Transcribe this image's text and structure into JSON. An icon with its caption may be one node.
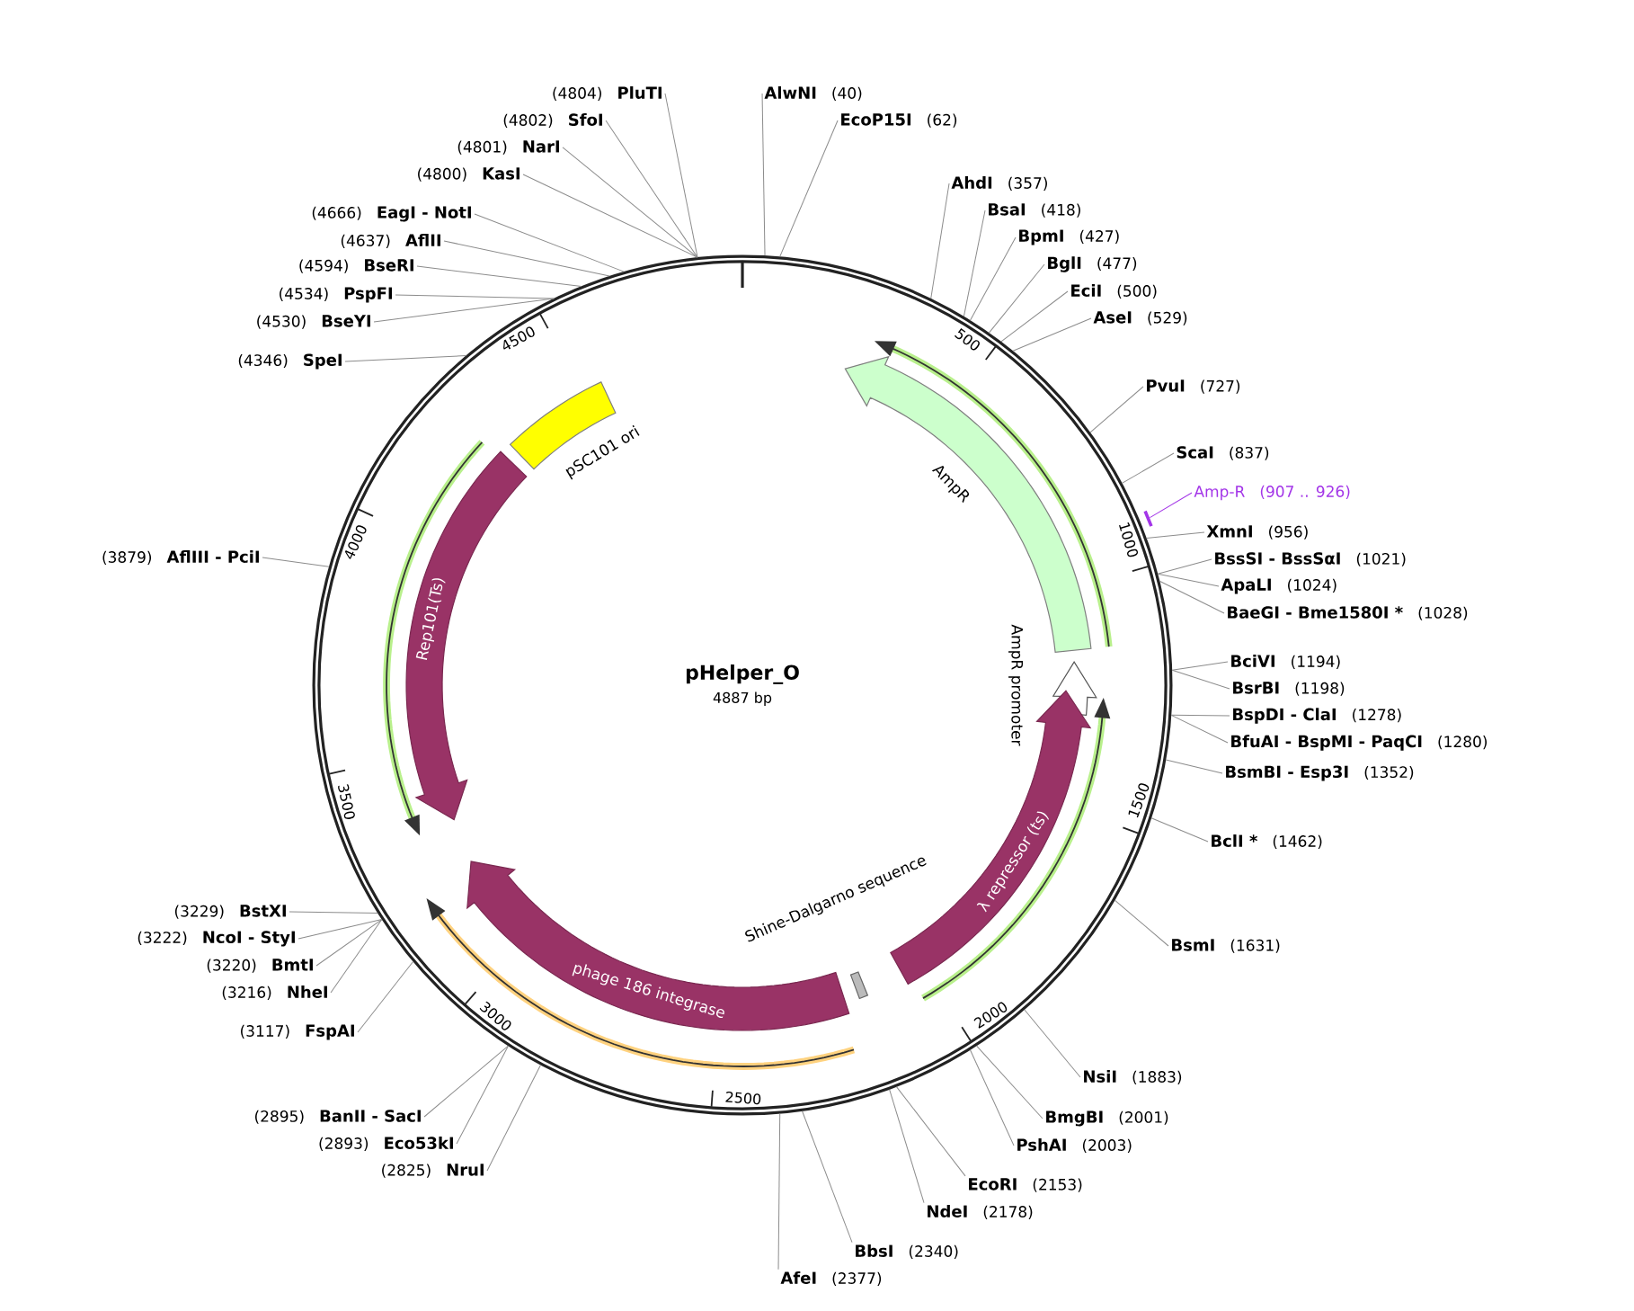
{
  "diagram": {
    "nodes": [
      {
        "text": [
          "pHelper_O",
          "4887 bp"
        ]
      },
      {
        "text": [
          "pSC101 ori"
        ],
        "in": 0
      },
      {
        "text": [
          "AmpR"
        ],
        "in": 0
      },
      {
        "text": [
          "AmpR promoter"
        ],
        "in": 0
      },
      {
        "text": [
          "Rep101(Ts)"
        ],
        "in": 0
      },
      {
        "text": [
          "λ repressor (ts)"
        ],
        "in": 0
      },
      {
        "text": [
          "Shine-Dalgarno sequence"
        ],
        "in": 0
      },
      {
        "text": [
          "phage 186 integrase"
        ],
        "in": 0
      },
      {
        "text": [
          "Amp-R",
          "(907 .. 926)"
        ]
      },
      {
        "text": [],
        "shape": "bar"
      },
      {
        "text": [
          "AlwNI",
          "(40)"
        ]
      },
      {
        "text": [
          "EcoP15I",
          "(62)"
        ]
      },
      {
        "text": [
          "AhdI",
          "(357)"
        ]
      },
      {
        "text": [
          "BsaI",
          "(418)"
        ]
      },
      {
        "text": [
          "BpmI",
          "(427)"
        ]
      },
      {
        "text": [
          "BglI",
          "(477)"
        ]
      },
      {
        "text": [
          "EciI",
          "(500)"
        ]
      },
      {
        "text": [
          "AseI",
          "(529)"
        ]
      },
      {
        "text": [
          "PvuI",
          "(727)"
        ]
      },
      {
        "text": [
          "ScaI",
          "(837)"
        ]
      },
      {
        "text": [
          "XmnI",
          "(956)"
        ]
      },
      {
        "text": [
          "BssSI - BssSαI",
          "(1021)"
        ]
      },
      {
        "text": [
          "ApaLI",
          "(1024)"
        ]
      },
      {
        "text": [
          "BaeGI - Bme1580I *",
          "(1028)"
        ]
      },
      {
        "text": [
          "BciVI",
          "(1194)"
        ]
      },
      {
        "text": [
          "BsrBI",
          "(1198)"
        ]
      },
      {
        "text": [
          "BspDI - ClaI",
          "(1278)"
        ]
      },
      {
        "text": [
          "BfuAI - BspMI - PaqCI",
          "(1280)"
        ]
      },
      {
        "text": [
          "BsmBI - Esp3I",
          "(1352)"
        ]
      },
      {
        "text": [
          "BclI *",
          "(1462)"
        ]
      },
      {
        "text": [
          "BsmI",
          "(1631)"
        ]
      },
      {
        "text": [
          "NsiI",
          "(1883)"
        ]
      },
      {
        "text": [
          "BmgBI",
          "(2001)"
        ]
      },
      {
        "text": [
          "PshAI",
          "(2003)"
        ]
      },
      {
        "text": [
          "EcoRI",
          "(2153)"
        ]
      },
      {
        "text": [
          "NdeI",
          "(2178)"
        ]
      },
      {
        "text": [
          "BbsI",
          "(2340)"
        ]
      },
      {
        "text": [
          "AfeI",
          "(2377)"
        ]
      },
      {
        "text": [
          "(2825)",
          "NruI"
        ]
      },
      {
        "text": [
          "(2893)",
          "Eco53kI"
        ]
      },
      {
        "text": [
          "(2895)",
          "BanII - SacI"
        ]
      },
      {
        "text": [
          "(3117)",
          "FspAI"
        ]
      },
      {
        "text": [
          "(3216)",
          "NheI"
        ]
      },
      {
        "text": [
          "(3220)",
          "BmtI"
        ]
      },
      {
        "text": [
          "(3222)",
          "NcoI - StyI"
        ]
      },
      {
        "text": [
          "(3229)",
          "BstXI"
        ]
      },
      {
        "text": [
          "(3879)",
          "AflIII - PciI"
        ]
      },
      {
        "text": [
          "(4346)",
          "SpeI"
        ]
      },
      {
        "text": [
          "(4530)",
          "BseYI"
        ]
      },
      {
        "text": [
          "(4534)",
          "PspFI"
        ]
      },
      {
        "text": [
          "(4594)",
          "BseRI"
        ]
      },
      {
        "text": [
          "(4637)",
          "AflII"
        ]
      },
      {
        "text": [
          "(4666)",
          "EagI - NotI"
        ]
      },
      {
        "text": [
          "(4800)",
          "KasI"
        ]
      },
      {
        "text": [
          "(4801)",
          "NarI"
        ]
      },
      {
        "text": [
          "(4802)",
          "SfoI"
        ]
      },
      {
        "text": [
          "(4804)",
          "PluTI"
        ]
      }
    ],
    "edges": [
      {
        "from": 8,
        "to": 9,
        "arrow": "none",
        "color": "#a335e8"
      },
      {
        "from": 10,
        "to": 0,
        "arrow": "none"
      },
      {
        "from": 11,
        "to": 0,
        "arrow": "none"
      },
      {
        "from": 12,
        "to": 0,
        "arrow": "none"
      },
      {
        "from": 13,
        "to": 0,
        "arrow": "none"
      },
      {
        "from": 14,
        "to": 0,
        "arrow": "none"
      },
      {
        "from": 15,
        "to": 0,
        "arrow": "none"
      },
      {
        "from": 16,
        "to": 0,
        "arrow": "none"
      },
      {
        "from": 17,
        "to": 0,
        "arrow": "none"
      },
      {
        "from": 18,
        "to": 0,
        "arrow": "none"
      },
      {
        "from": 19,
        "to": 0,
        "arrow": "none"
      },
      {
        "from": 20,
        "to": 0,
        "arrow": "none"
      },
      {
        "from": 21,
        "to": 0,
        "arrow": "none"
      },
      {
        "from": 22,
        "to": 0,
        "arrow": "none"
      },
      {
        "from": 23,
        "to": 0,
        "arrow": "none"
      },
      {
        "from": 24,
        "to": 0,
        "arrow": "none"
      },
      {
        "from": 25,
        "to": 0,
        "arrow": "none"
      },
      {
        "from": 26,
        "to": 0,
        "arrow": "none"
      },
      {
        "from": 27,
        "to": 0,
        "arrow": "none"
      },
      {
        "from": 28,
        "to": 0,
        "arrow": "none"
      },
      {
        "from": 29,
        "to": 0,
        "arrow": "none"
      },
      {
        "from": 30,
        "to": 0,
        "arrow": "none"
      },
      {
        "from": 31,
        "to": 0,
        "arrow": "none"
      },
      {
        "from": 32,
        "to": 0,
        "arrow": "none"
      },
      {
        "from": 33,
        "to": 0,
        "arrow": "none"
      },
      {
        "from": 34,
        "to": 0,
        "arrow": "none"
      },
      {
        "from": 35,
        "to": 0,
        "arrow": "none"
      },
      {
        "from": 36,
        "to": 0,
        "arrow": "none"
      },
      {
        "from": 37,
        "to": 0,
        "arrow": "none"
      },
      {
        "from": 38,
        "to": 0,
        "arrow": "none"
      },
      {
        "from": 39,
        "to": 0,
        "arrow": "none"
      },
      {
        "from": 40,
        "to": 0,
        "arrow": "none"
      },
      {
        "from": 41,
        "to": 0,
        "arrow": "none"
      },
      {
        "from": 42,
        "to": 0,
        "arrow": "none"
      },
      {
        "from": 43,
        "to": 0,
        "arrow": "none"
      },
      {
        "from": 44,
        "to": 0,
        "arrow": "none"
      },
      {
        "from": 45,
        "to": 0,
        "arrow": "none"
      },
      {
        "from": 46,
        "to": 0,
        "arrow": "none"
      },
      {
        "from": 47,
        "to": 0,
        "arrow": "none"
      },
      {
        "from": 48,
        "to": 0,
        "arrow": "none"
      },
      {
        "from": 49,
        "to": 0,
        "arrow": "none"
      },
      {
        "from": 50,
        "to": 0,
        "arrow": "none"
      },
      {
        "from": 51,
        "to": 0,
        "arrow": "none"
      },
      {
        "from": 52,
        "to": 0,
        "arrow": "none"
      },
      {
        "from": 53,
        "to": 0,
        "arrow": "none"
      },
      {
        "from": 54,
        "to": 0,
        "arrow": "none"
      },
      {
        "from": 55,
        "to": 0,
        "arrow": "none"
      },
      {
        "from": 56,
        "to": 0,
        "arrow": "none"
      }
    ],
    "labels": [
      "500",
      "1000",
      "1500",
      "2000",
      "2500",
      "3000",
      "3500",
      "4000",
      "4500"
    ]
  }
}
